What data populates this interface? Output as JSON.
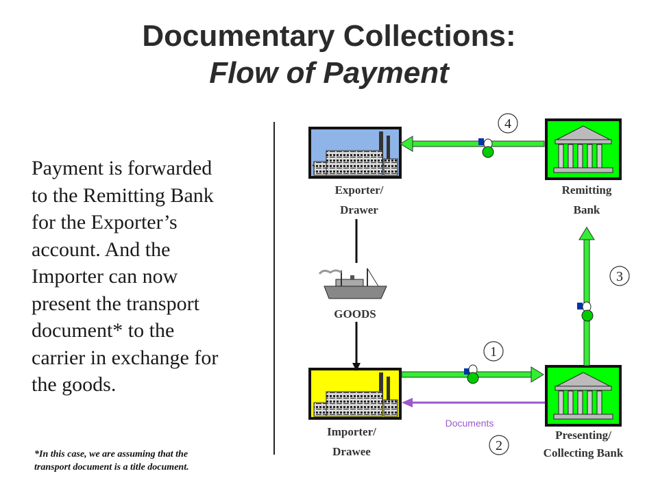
{
  "title": {
    "line1": "Documentary Collections:",
    "line2": "Flow of Payment"
  },
  "body_text": "Payment is forwarded\nto the Remitting Bank\nfor the Exporter’s\naccount. And the\nImporter can now\npresent the transport\ndocument* to the\ncarrier in exchange for\nthe goods.",
  "footnote": "*In this case, we are assuming that the\ntransport document is a title document.",
  "diagram": {
    "exporter": {
      "line1": "Exporter/",
      "line2": "Drawer"
    },
    "remitting_bank": {
      "line1": "Remitting",
      "line2": "Bank"
    },
    "importer": {
      "line1": "Importer/",
      "line2": "Drawee"
    },
    "presenting_bank": {
      "line1": "Presenting/",
      "line2": "Collecting Bank"
    },
    "goods_label": "GOODS",
    "documents_label": "Documents",
    "steps": [
      "1",
      "2",
      "3",
      "4"
    ]
  },
  "colors": {
    "flow_green": "#33ee33",
    "bank_green": "#00ff00",
    "exporter_blue": "#8fb4e8",
    "importer_yellow": "#ffff00",
    "documents_purple": "#9b59c9"
  }
}
